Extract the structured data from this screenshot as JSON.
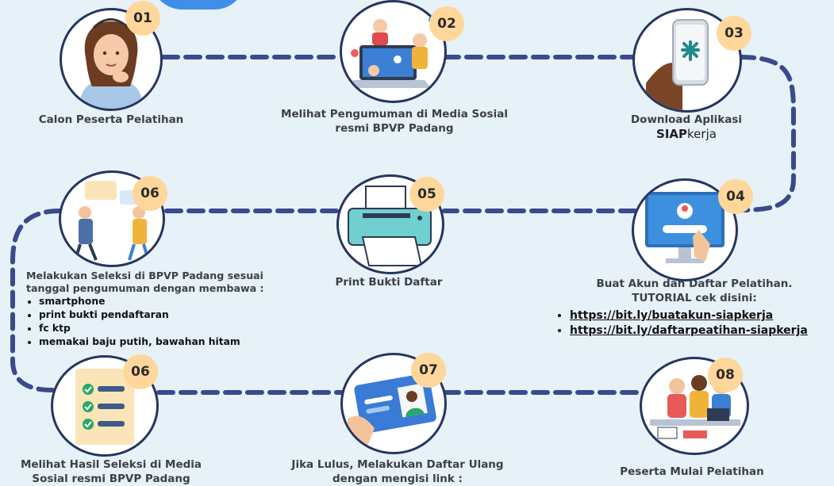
{
  "colors": {
    "background": "#e7f1f8",
    "dash": "#3a4a8c",
    "badge": "#ffd79a",
    "ring": "#263560"
  },
  "steps": [
    {
      "num": "01",
      "label": "Calon Peserta Pelatihan",
      "icon": "woman-thinking-icon"
    },
    {
      "num": "02",
      "label_line1": "Melihat Pengumuman di Media Sosial",
      "label_line2": "resmi BPVP Padang",
      "icon": "social-media-laptop-icon"
    },
    {
      "num": "03",
      "label": "Download Aplikasi",
      "brand_bold": "SIAP",
      "brand_normal": "kerja",
      "icon": "smartphone-app-icon"
    },
    {
      "num": "04",
      "label_line1": "Buat Akun dan Daftar Pelatihan.",
      "label_line2": "TUTORIAL cek disini:",
      "links": [
        "https://bit.ly/buatakun-siapkerja",
        "https://bit.ly/daftarpeatihan-siapkerja"
      ],
      "icon": "account-login-monitor-icon"
    },
    {
      "num": "05",
      "label": "Print Bukti Daftar",
      "icon": "printer-icon"
    },
    {
      "num": "06",
      "label_line1": "Melakukan Seleksi di BPVP Padang sesuai",
      "label_line2": "tanggal pengumuman dengan membawa :",
      "items": [
        "smartphone",
        "print bukti pendaftaran",
        "fc ktp",
        "memakai baju putih, bawahan hitam"
      ],
      "icon": "interview-people-icon"
    },
    {
      "num": "06",
      "label_line1": "Melihat Hasil Seleksi di Media",
      "label_line2": "Sosial resmi BPVP Padang",
      "icon": "checklist-icon"
    },
    {
      "num": "07",
      "label_line1": "Jika Lulus, Melakukan Daftar Ulang",
      "label_line2": "dengan mengisi link :",
      "icon": "id-card-icon"
    },
    {
      "num": "08",
      "label": "Peserta Mulai Pelatihan",
      "icon": "group-study-icon"
    }
  ]
}
